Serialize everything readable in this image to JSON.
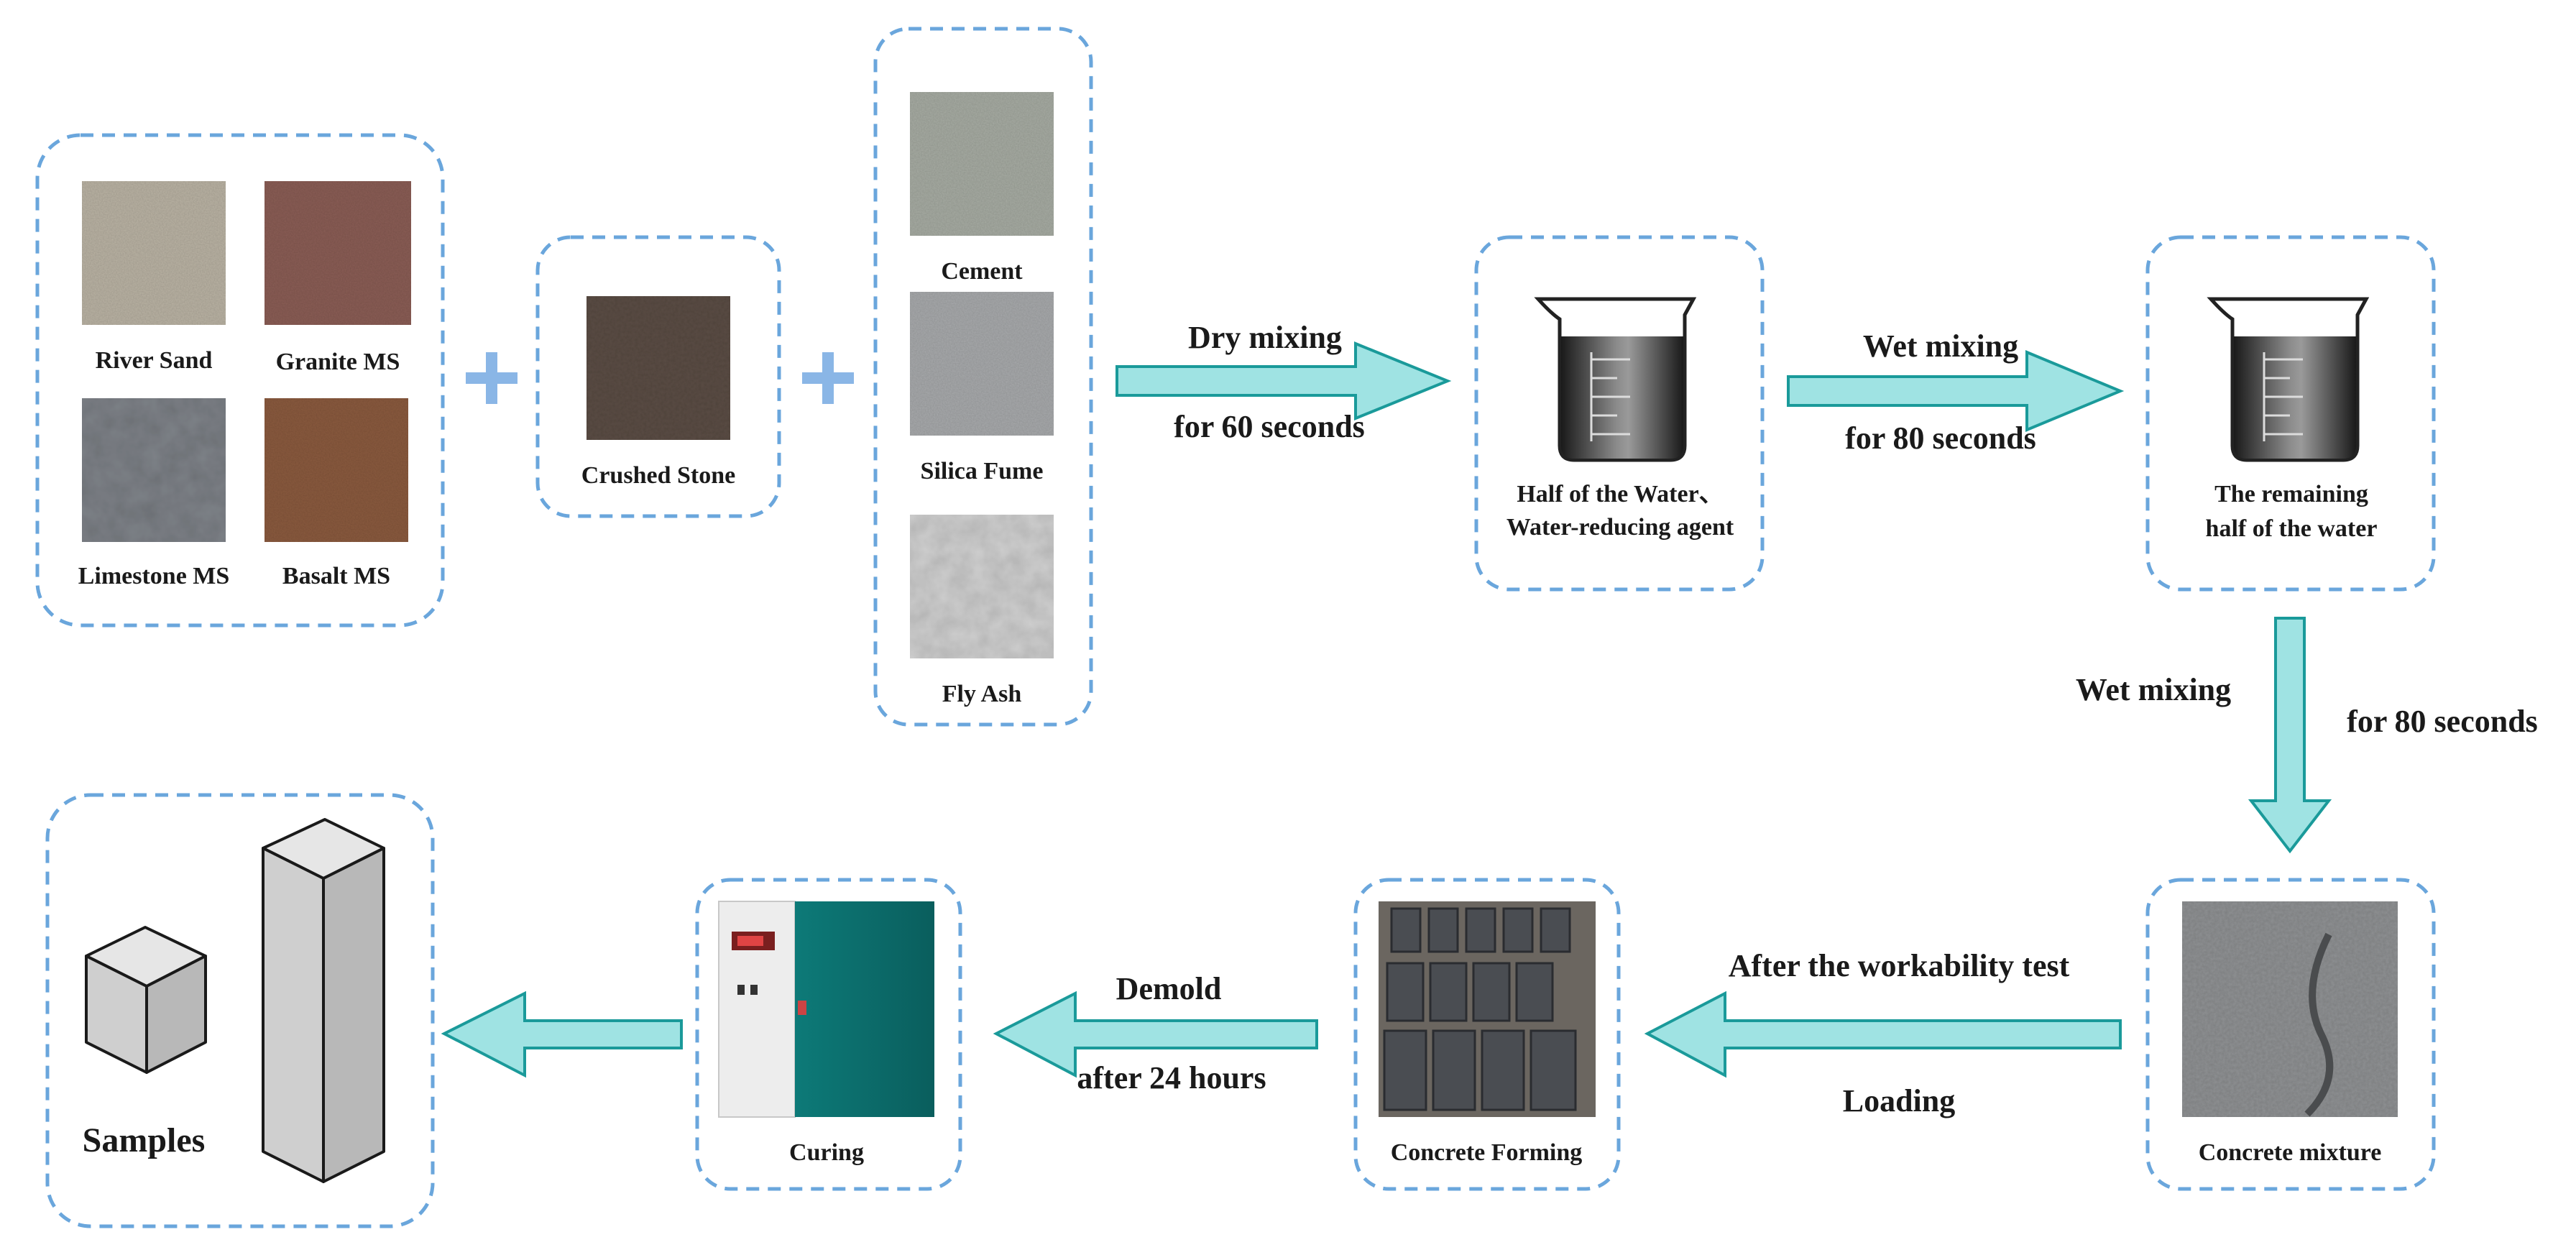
{
  "aggregates": {
    "river_sand": "River Sand",
    "granite_ms": "Granite MS",
    "limestone_ms": "Limestone MS",
    "basalt_ms": "Basalt MS"
  },
  "coarse": {
    "crushed_stone": "Crushed Stone"
  },
  "binders": {
    "cement": "Cement",
    "silica_fume": "Silica Fume",
    "fly_ash": "Fly Ash"
  },
  "step_dry": {
    "line1": "Dry mixing",
    "line2": "for 60 seconds"
  },
  "beaker1": {
    "line1": "Half of the Water、",
    "line2": "Water-reducing agent"
  },
  "step_wet1": {
    "line1": "Wet mixing",
    "line2": "for 80 seconds"
  },
  "beaker2": {
    "line1": "The remaining",
    "line2": "half of the water"
  },
  "step_wet2": {
    "line1": "Wet mixing",
    "line2": "for 80 seconds"
  },
  "mixture": {
    "label": "Concrete mixture"
  },
  "step_load": {
    "line1": "After the workability test",
    "line2": "Loading"
  },
  "forming": {
    "label": "Concrete Forming"
  },
  "step_demold": {
    "line1": "Demold",
    "line2": "after 24 hours"
  },
  "curing": {
    "label": "Curing"
  },
  "samples": {
    "label": "Samples"
  },
  "colors": {
    "dashed_border": "#6aa6dc",
    "arrow_fill": "#9fe3e3",
    "arrow_stroke": "#1a9a9a",
    "plus": "#8ab6e6"
  }
}
